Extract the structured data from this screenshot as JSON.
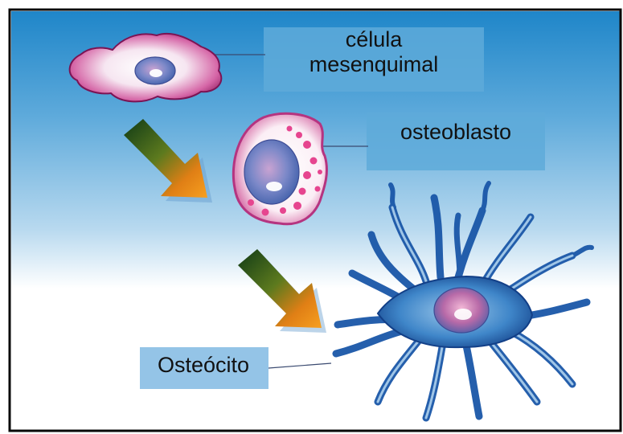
{
  "labels": {
    "mesenchymal_line1": "célula",
    "mesenchymal_line2": "mesenquimal",
    "osteoblast": "osteoblasto",
    "osteocyte": "Osteócito"
  },
  "colors": {
    "background_top": "#1f86c9",
    "background_bottom": "#ffffff",
    "arrow_tip": "#f2901a",
    "arrow_tail": "#0f3a16",
    "cell_pink": "#c8408d",
    "osteocyte_blue": "#1a57a8",
    "frame": "#0a0a0a"
  },
  "icons": [
    "mesenchymal-cell-icon",
    "osteoblast-cell-icon",
    "osteocyte-cell-icon",
    "arrow-icon"
  ]
}
